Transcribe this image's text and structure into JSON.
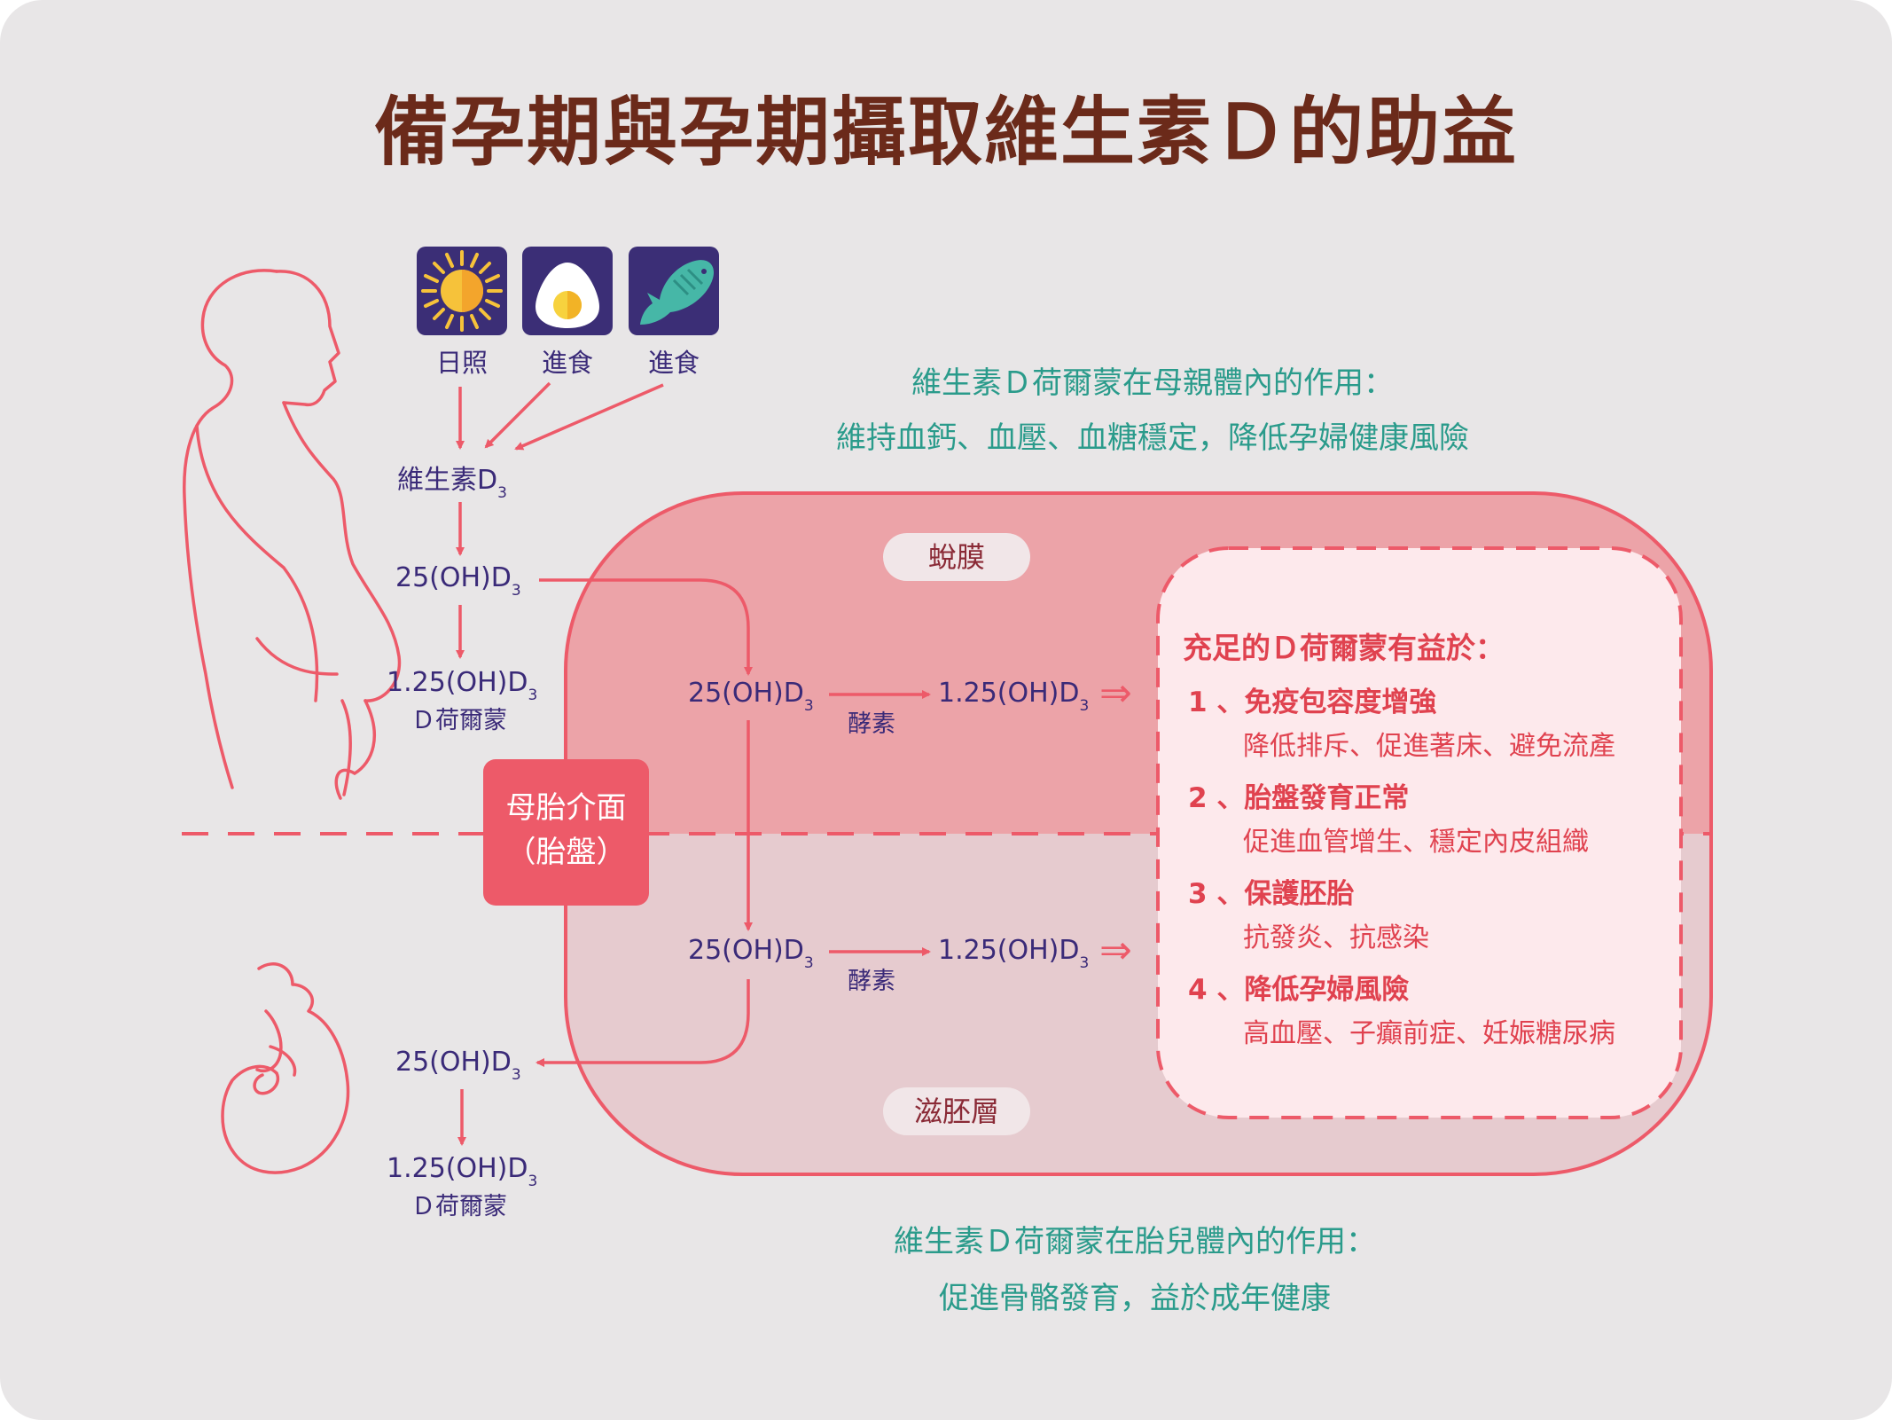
{
  "title": "備孕期與孕期攝取維生素Ｄ的助益",
  "sources": [
    "日照",
    "進食",
    "進食"
  ],
  "mother": {
    "vitd3_base": "維生素D",
    "vitd3_sub": "3",
    "oh25_base": "25(OH)D",
    "oh25_sub": "3",
    "oh125_base": "1.25(OH)D",
    "oh125_sub": "3",
    "hormone": "Ｄ荷爾蒙"
  },
  "mother_effect": {
    "line1": "維生素Ｄ荷爾蒙在母親體內的作用：",
    "line2": "維持血鈣、血壓、血糖穩定，降低孕婦健康風險"
  },
  "membrane_top": "蛻膜",
  "membrane_bottom": "滋胚層",
  "interface": {
    "line1": "母胎介面",
    "line2": "（胎盤）"
  },
  "placenta": {
    "oh25_base": "25(OH)D",
    "oh25_sub": "3",
    "enzyme": "酵素",
    "oh125_base": "1.25(OH)D",
    "oh125_sub": "3",
    "arrow": "⇒"
  },
  "fetus": {
    "oh25_base": "25(OH)D",
    "oh25_sub": "3",
    "oh125_base": "1.25(OH)D",
    "oh125_sub": "3",
    "hormone": "Ｄ荷爾蒙"
  },
  "benefits": {
    "heading": "充足的Ｄ荷爾蒙有益於：",
    "items": [
      {
        "label": "1 、免疫包容度增強",
        "desc": "降低排斥、促進著床、避免流產"
      },
      {
        "label": "2 、胎盤發育正常",
        "desc": "促進血管增生、穩定內皮組織"
      },
      {
        "label": "3 、保護胚胎",
        "desc": "抗發炎、抗感染"
      },
      {
        "label": "4 、降低孕婦風險",
        "desc": "高血壓、子癲前症、妊娠糖尿病"
      }
    ]
  },
  "fetus_effect": {
    "line1": "維生素Ｄ荷爾蒙在胎兒體內的作用：",
    "line2": "促進骨骼發育，益於成年健康"
  },
  "colors": {
    "accent": "#ed5a69",
    "title": "#6b2a1a",
    "text": "#3a2a78",
    "teal": "#2a9b8b",
    "icon_bg": "#3b2e76"
  }
}
